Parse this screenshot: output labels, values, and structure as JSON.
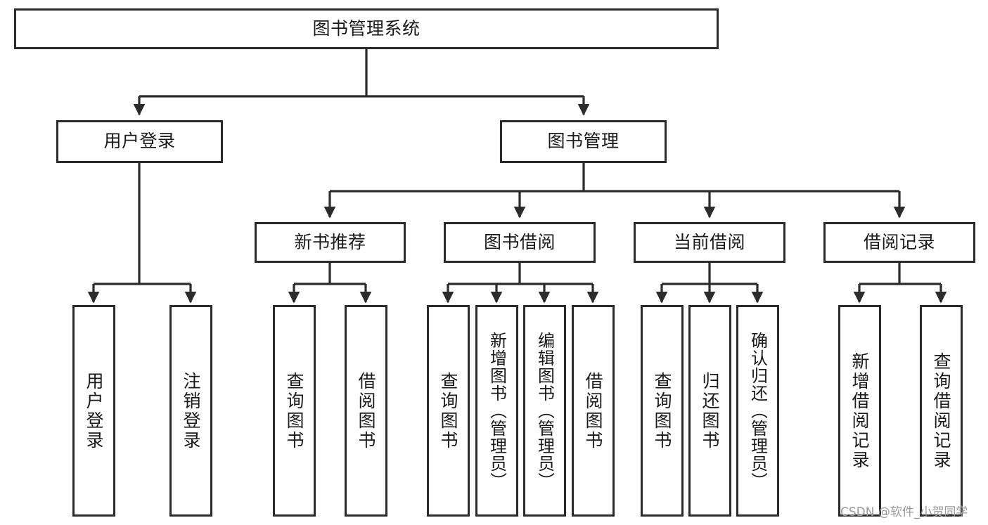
{
  "diagram": {
    "title": "图书管理系统",
    "type": "tree-hierarchy-diagram",
    "root": {
      "label": "图书管理系统"
    },
    "level2": [
      {
        "label": "用户登录"
      },
      {
        "label": "图书管理"
      }
    ],
    "level3": [
      {
        "label": "新书推荐"
      },
      {
        "label": "图书借阅"
      },
      {
        "label": "当前借阅"
      },
      {
        "label": "借阅记录"
      }
    ],
    "leaves": {
      "user_login": [
        {
          "label": "用户登录"
        },
        {
          "label": "注销登录"
        }
      ],
      "new_book_recommend": [
        {
          "label": "查询图书"
        },
        {
          "label": "借阅图书"
        }
      ],
      "book_borrow": [
        {
          "label": "查询图书"
        },
        {
          "label": "新增图书（管理员）"
        },
        {
          "label": "编辑图书（管理员）"
        },
        {
          "label": "借阅图书"
        }
      ],
      "current_borrow": [
        {
          "label": "查询图书"
        },
        {
          "label": "归还图书"
        },
        {
          "label": "确认归还（管理员）"
        }
      ],
      "borrow_record": [
        {
          "label": "新增借阅记录"
        },
        {
          "label": "查询借阅记录"
        }
      ]
    }
  },
  "watermark": {
    "text": "CSDN @软件_小贺同学"
  },
  "colors": {
    "box_border": "#2b2b2b",
    "box_fill": "#ffffff",
    "connector": "#2b2b2b",
    "text": "#1a1a1a",
    "watermark": "#9a9a9a"
  }
}
